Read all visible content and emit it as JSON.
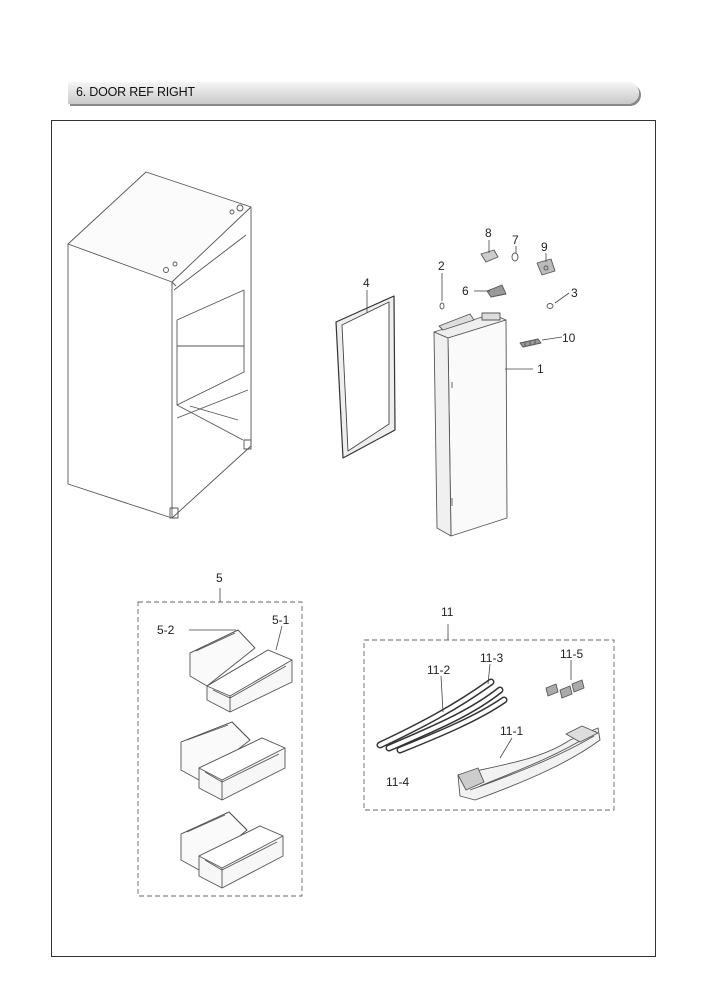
{
  "section": {
    "title": "6. DOOR REF RIGHT"
  },
  "callouts": {
    "c1": "1",
    "c2": "2",
    "c3": "3",
    "c4": "4",
    "c5": "5",
    "c5_1": "5-1",
    "c5_2": "5-2",
    "c6": "6",
    "c7": "7",
    "c8": "8",
    "c9": "9",
    "c10": "10",
    "c11": "11",
    "c11_1": "11-1",
    "c11_2": "11-2",
    "c11_3": "11-3",
    "c11_4": "11-4",
    "c11_5": "11-5"
  }
}
